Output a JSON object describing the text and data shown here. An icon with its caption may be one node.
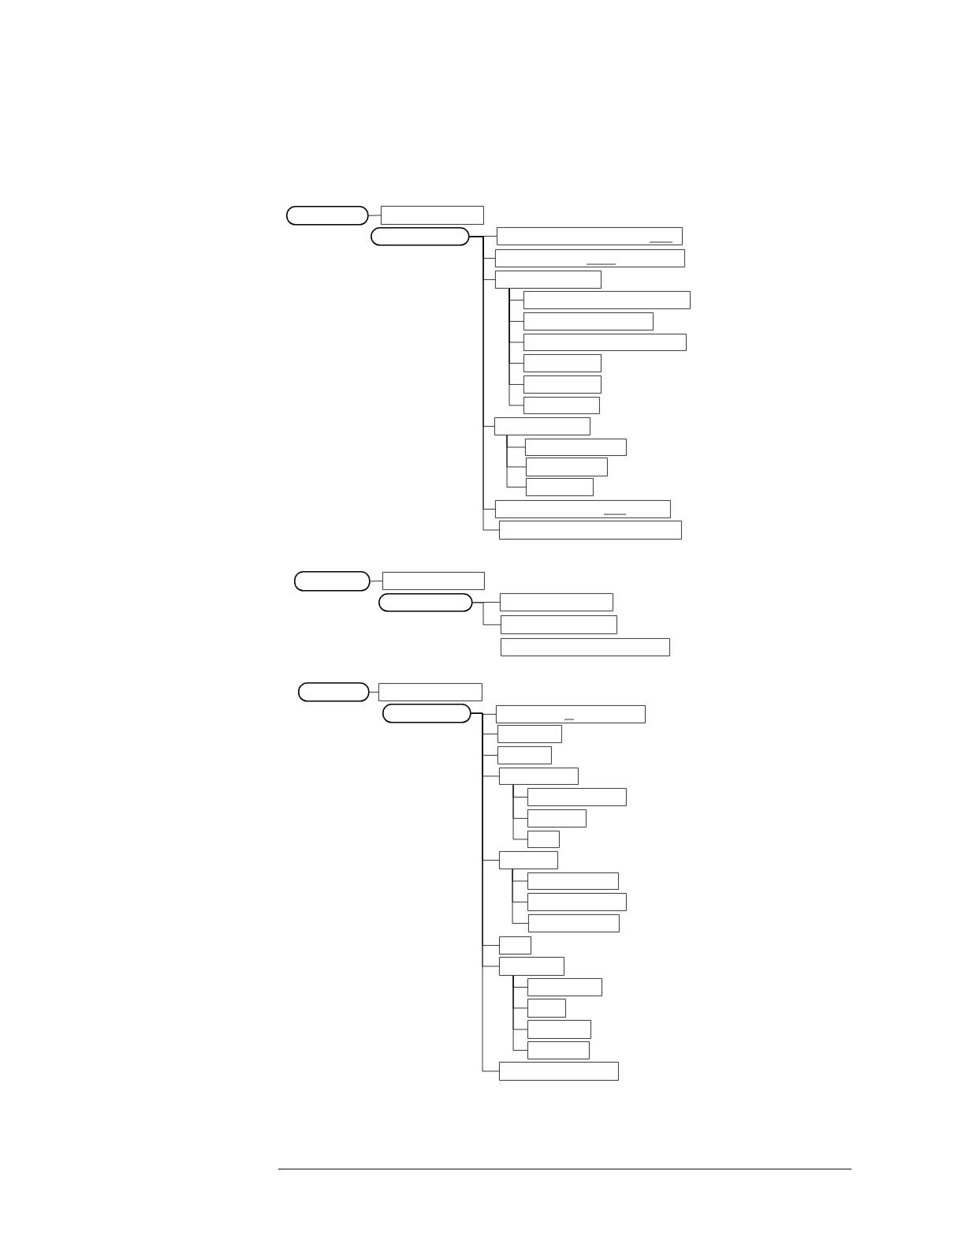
{
  "diagram": {
    "nodes": [
      {
        "text": [],
        "shape": "pill"
      },
      {
        "text": [],
        "shape": "box"
      },
      {
        "text": [],
        "shape": "pill"
      },
      {
        "text": [],
        "shape": "box"
      },
      {
        "text": [],
        "shape": "box"
      },
      {
        "text": [],
        "shape": "box"
      },
      {
        "text": [],
        "shape": "box"
      },
      {
        "text": [],
        "shape": "box"
      },
      {
        "text": [],
        "shape": "box"
      },
      {
        "text": [],
        "shape": "box"
      },
      {
        "text": [],
        "shape": "box"
      },
      {
        "text": [],
        "shape": "box"
      },
      {
        "text": [],
        "shape": "box"
      },
      {
        "text": [],
        "shape": "box"
      },
      {
        "text": [],
        "shape": "box"
      },
      {
        "text": [],
        "shape": "box"
      },
      {
        "text": [],
        "shape": "box"
      },
      {
        "text": [],
        "shape": "box"
      },
      {
        "text": [],
        "shape": "pill"
      },
      {
        "text": [],
        "shape": "box"
      },
      {
        "text": [],
        "shape": "pill"
      },
      {
        "text": [],
        "shape": "box"
      },
      {
        "text": [],
        "shape": "box"
      },
      {
        "text": [],
        "shape": "box"
      },
      {
        "text": [],
        "shape": "pill"
      },
      {
        "text": [],
        "shape": "box"
      },
      {
        "text": [],
        "shape": "pill"
      },
      {
        "text": [],
        "shape": "box"
      },
      {
        "text": [],
        "shape": "box"
      },
      {
        "text": [],
        "shape": "box"
      },
      {
        "text": [],
        "shape": "box"
      },
      {
        "text": [],
        "shape": "box"
      },
      {
        "text": [],
        "shape": "box"
      },
      {
        "text": [],
        "shape": "box"
      },
      {
        "text": [],
        "shape": "box"
      },
      {
        "text": [],
        "shape": "box"
      },
      {
        "text": [],
        "shape": "box"
      },
      {
        "text": [],
        "shape": "box"
      },
      {
        "text": [],
        "shape": "box"
      },
      {
        "text": [],
        "shape": "box"
      },
      {
        "text": [],
        "shape": "box"
      },
      {
        "text": [],
        "shape": "box"
      },
      {
        "text": [],
        "shape": "box"
      },
      {
        "text": [],
        "shape": "box"
      },
      {
        "text": [],
        "shape": "box"
      }
    ],
    "edges": [
      {
        "from": 0,
        "to": 1,
        "arrow": "none"
      },
      {
        "from": 2,
        "to": 3,
        "arrow": "none"
      },
      {
        "from": 2,
        "to": 4,
        "arrow": "none"
      },
      {
        "from": 2,
        "to": 5,
        "arrow": "none"
      },
      {
        "from": 5,
        "to": 6,
        "arrow": "none"
      },
      {
        "from": 5,
        "to": 7,
        "arrow": "none"
      },
      {
        "from": 5,
        "to": 8,
        "arrow": "none"
      },
      {
        "from": 5,
        "to": 9,
        "arrow": "none"
      },
      {
        "from": 5,
        "to": 10,
        "arrow": "none"
      },
      {
        "from": 5,
        "to": 11,
        "arrow": "none"
      },
      {
        "from": 2,
        "to": 12,
        "arrow": "none"
      },
      {
        "from": 12,
        "to": 13,
        "arrow": "none"
      },
      {
        "from": 12,
        "to": 14,
        "arrow": "none"
      },
      {
        "from": 12,
        "to": 15,
        "arrow": "none"
      },
      {
        "from": 2,
        "to": 16,
        "arrow": "none"
      },
      {
        "from": 2,
        "to": 17,
        "arrow": "none"
      },
      {
        "from": 18,
        "to": 19,
        "arrow": "none"
      },
      {
        "from": 20,
        "to": 21,
        "arrow": "none"
      },
      {
        "from": 20,
        "to": 22,
        "arrow": "none"
      },
      {
        "from": 24,
        "to": 25,
        "arrow": "none"
      },
      {
        "from": 26,
        "to": 27,
        "arrow": "none"
      },
      {
        "from": 26,
        "to": 28,
        "arrow": "none"
      },
      {
        "from": 26,
        "to": 29,
        "arrow": "none"
      },
      {
        "from": 26,
        "to": 30,
        "arrow": "none"
      },
      {
        "from": 30,
        "to": 31,
        "arrow": "none"
      },
      {
        "from": 30,
        "to": 32,
        "arrow": "none"
      },
      {
        "from": 30,
        "to": 33,
        "arrow": "none"
      },
      {
        "from": 26,
        "to": 34,
        "arrow": "none"
      },
      {
        "from": 34,
        "to": 35,
        "arrow": "none"
      },
      {
        "from": 34,
        "to": 36,
        "arrow": "none"
      },
      {
        "from": 34,
        "to": 37,
        "arrow": "none"
      },
      {
        "from": 26,
        "to": 38,
        "arrow": "none"
      },
      {
        "from": 26,
        "to": 39,
        "arrow": "none"
      },
      {
        "from": 39,
        "to": 40,
        "arrow": "none"
      },
      {
        "from": 39,
        "to": 41,
        "arrow": "none"
      },
      {
        "from": 39,
        "to": 42,
        "arrow": "none"
      },
      {
        "from": 39,
        "to": 43,
        "arrow": "none"
      },
      {
        "from": 26,
        "to": 44,
        "arrow": "none"
      }
    ]
  }
}
